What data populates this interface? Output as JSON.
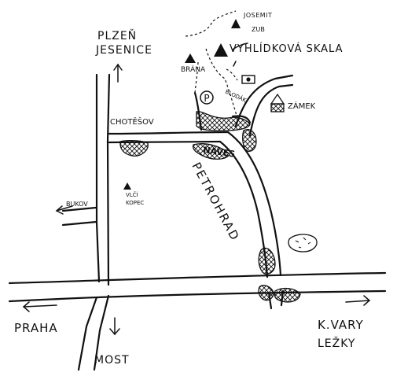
{
  "places": {
    "plzen": "PLZEŇ",
    "jesenice": "JESENICE",
    "josemit": "JOSEMIT",
    "zub": "ZUB",
    "vyhlidkova_skala": "VYHLÍDKOVÁ SKALA",
    "brana": "BRÁNA",
    "blodak": "BLODÁK",
    "zamek": "ZÁMEK",
    "chotesov": "CHOTĚŠOV",
    "naves": "NÁVES",
    "petrohrad": "PETROHRAD",
    "vlci_kopec": [
      "VLČÍ",
      "KOPEC"
    ],
    "bukov": "BUKOV",
    "praha": "PRAHA",
    "most": "MOST",
    "kvary": "K.VARY",
    "lezky": "LEŽKY"
  },
  "symbols": {
    "parking": "P",
    "peak_icon": "triangle-peak-icon",
    "castle_icon": "castle-icon",
    "info_icon": "sign-icon"
  }
}
